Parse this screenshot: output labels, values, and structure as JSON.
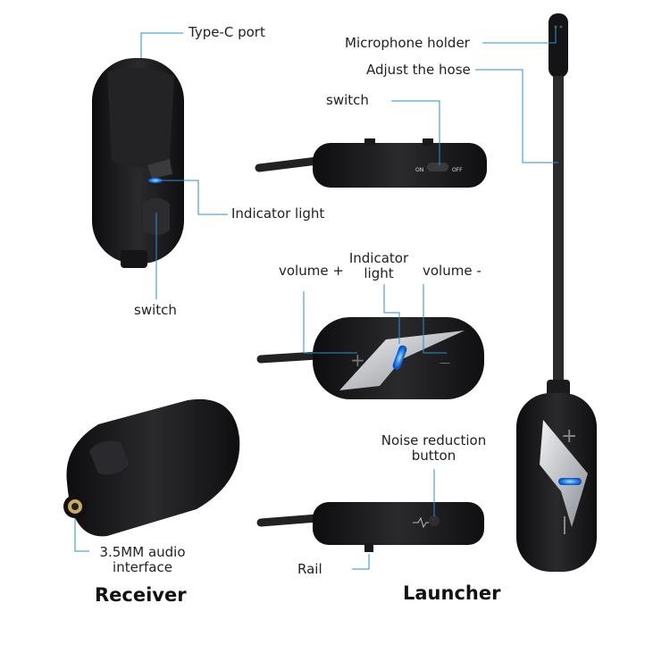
{
  "labels": {
    "type_c_port": "Type-C port",
    "indicator_light_receiver": "Indicator light",
    "switch_receiver": "switch",
    "microphone_holder": "Microphone holder",
    "adjust_hose": "Adjust the hose",
    "switch_launcher": "switch",
    "volume_plus": "volume +",
    "indicator_light_launcher_line1": "Indicator",
    "indicator_light_launcher_line2": "light",
    "volume_minus": "volume -",
    "noise_reduction_line1": "Noise reduction",
    "noise_reduction_line2": "button",
    "audio_interface_line1": "3.5MM audio",
    "audio_interface_line2": "interface",
    "rail": "Rail"
  },
  "device_marks": {
    "on": "ON",
    "off": "OFF",
    "plus": "+",
    "minus": "—"
  },
  "captions": {
    "receiver": "Receiver",
    "launcher": "Launcher"
  },
  "colors": {
    "leader_line": "#2a8fd0",
    "device_body": "#1b1b1d",
    "indicator_blue": "#2f8dff",
    "silver_accent": "#c9ccd1"
  }
}
